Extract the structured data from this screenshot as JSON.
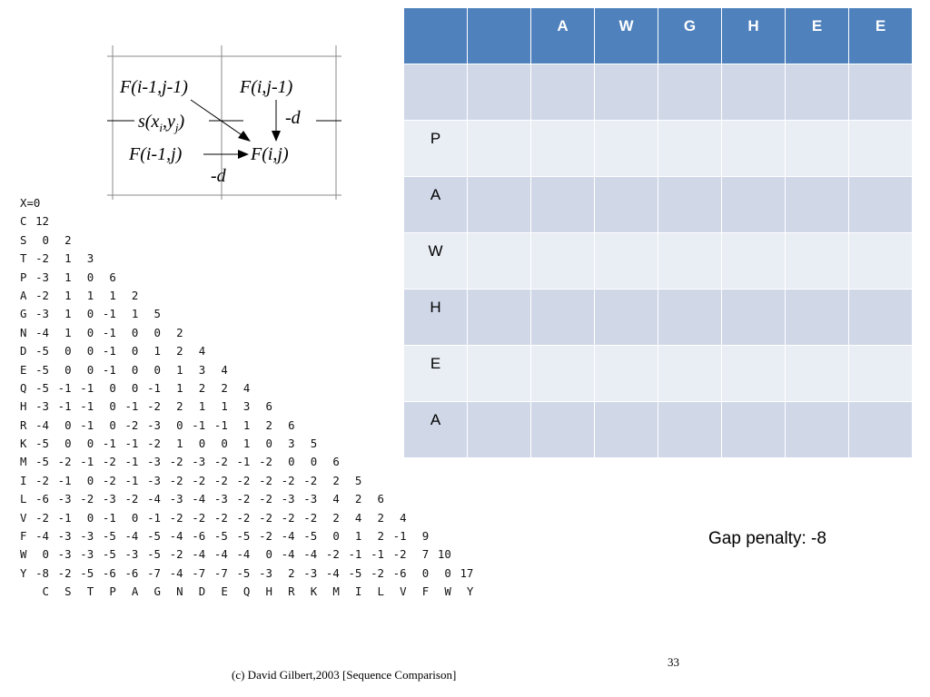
{
  "diagram": {
    "top_left": "F(i-1,j-1)",
    "top_right": "F(i,j-1)",
    "bottom_left": "F(i-1,j)",
    "bottom_right": "F(i,j)",
    "diag_label": "s(x",
    "diag_sub_i": "i",
    "diag_sep": ",y",
    "diag_sub_j": "j",
    "diag_close": ")",
    "vert_label": "-d",
    "horiz_label": "-d"
  },
  "matrix": {
    "header_line": "X=0",
    "rows": [
      {
        "aa": "C",
        "values": [
          "12"
        ]
      },
      {
        "aa": "S",
        "values": [
          "0",
          "2"
        ]
      },
      {
        "aa": "T",
        "values": [
          "-2",
          "1",
          "3"
        ]
      },
      {
        "aa": "P",
        "values": [
          "-3",
          "1",
          "0",
          "6"
        ]
      },
      {
        "aa": "A",
        "values": [
          "-2",
          "1",
          "1",
          "1",
          "2"
        ]
      },
      {
        "aa": "G",
        "values": [
          "-3",
          "1",
          "0",
          "-1",
          "1",
          "5"
        ]
      },
      {
        "aa": "N",
        "values": [
          "-4",
          "1",
          "0",
          "-1",
          "0",
          "0",
          "2"
        ]
      },
      {
        "aa": "D",
        "values": [
          "-5",
          "0",
          "0",
          "-1",
          "0",
          "1",
          "2",
          "4"
        ]
      },
      {
        "aa": "E",
        "values": [
          "-5",
          "0",
          "0",
          "-1",
          "0",
          "0",
          "1",
          "3",
          "4"
        ]
      },
      {
        "aa": "Q",
        "values": [
          "-5",
          "-1",
          "-1",
          "0",
          "0",
          "-1",
          "1",
          "2",
          "2",
          "4"
        ]
      },
      {
        "aa": "H",
        "values": [
          "-3",
          "-1",
          "-1",
          "0",
          "-1",
          "-2",
          "2",
          "1",
          "1",
          "3",
          "6"
        ]
      },
      {
        "aa": "R",
        "values": [
          "-4",
          "0",
          "-1",
          "0",
          "-2",
          "-3",
          "0",
          "-1",
          "-1",
          "1",
          "2",
          "6"
        ]
      },
      {
        "aa": "K",
        "values": [
          "-5",
          "0",
          "0",
          "-1",
          "-1",
          "-2",
          "1",
          "0",
          "0",
          "1",
          "0",
          "3",
          "5"
        ]
      },
      {
        "aa": "M",
        "values": [
          "-5",
          "-2",
          "-1",
          "-2",
          "-1",
          "-3",
          "-2",
          "-3",
          "-2",
          "-1",
          "-2",
          "0",
          "0",
          "6"
        ]
      },
      {
        "aa": "I",
        "values": [
          "-2",
          "-1",
          "0",
          "-2",
          "-1",
          "-3",
          "-2",
          "-2",
          "-2",
          "-2",
          "-2",
          "-2",
          "-2",
          "2",
          "5"
        ]
      },
      {
        "aa": "L",
        "values": [
          "-6",
          "-3",
          "-2",
          "-3",
          "-2",
          "-4",
          "-3",
          "-4",
          "-3",
          "-2",
          "-2",
          "-3",
          "-3",
          "4",
          "2",
          "6"
        ]
      },
      {
        "aa": "V",
        "values": [
          "-2",
          "-1",
          "0",
          "-1",
          "0",
          "-1",
          "-2",
          "-2",
          "-2",
          "-2",
          "-2",
          "-2",
          "-2",
          "2",
          "4",
          "2",
          "4"
        ]
      },
      {
        "aa": "F",
        "values": [
          "-4",
          "-3",
          "-3",
          "-5",
          "-4",
          "-5",
          "-4",
          "-6",
          "-5",
          "-5",
          "-2",
          "-4",
          "-5",
          "0",
          "1",
          "2",
          "-1",
          "9"
        ]
      },
      {
        "aa": "W",
        "values": [
          "0",
          "-3",
          "-3",
          "-5",
          "-3",
          "-5",
          "-2",
          "-4",
          "-4",
          "-4",
          "0",
          "-4",
          "-4",
          "-2",
          "-1",
          "-1",
          "-2",
          "7",
          "10"
        ]
      },
      {
        "aa": "Y",
        "values": [
          "-8",
          "-2",
          "-5",
          "-6",
          "-6",
          "-7",
          "-4",
          "-7",
          "-7",
          "-5",
          "-3",
          "2",
          "-3",
          "-4",
          "-5",
          "-2",
          "-6",
          "0",
          "0",
          "17"
        ]
      }
    ],
    "footer": [
      "C",
      "S",
      "T",
      "P",
      "A",
      "G",
      "N",
      "D",
      "E",
      "Q",
      "H",
      "R",
      "K",
      "M",
      "I",
      "L",
      "V",
      "F",
      "W",
      "Y"
    ]
  },
  "dp_table": {
    "columns": [
      "",
      "",
      "A",
      "W",
      "G",
      "H",
      "E",
      "E"
    ],
    "row_labels": [
      "",
      "P",
      "A",
      "W",
      "H",
      "E",
      "A"
    ]
  },
  "gap_penalty": "Gap penalty: -8",
  "page_number": "33",
  "credit": "(c) David Gilbert,2003 [Sequence Comparison]"
}
